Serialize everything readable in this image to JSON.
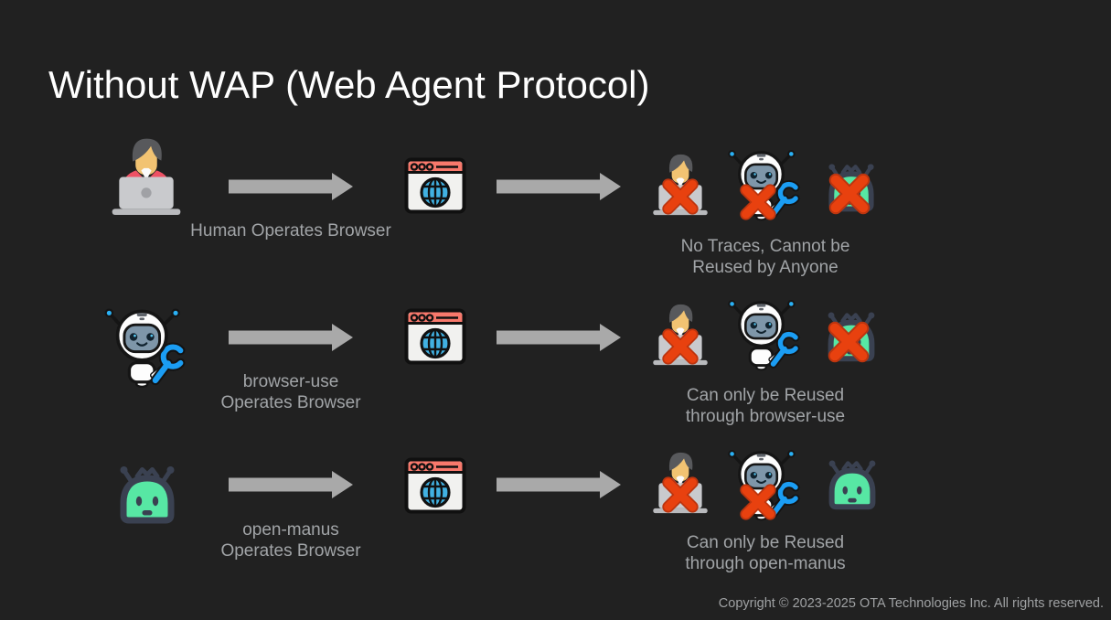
{
  "title": "Without WAP (Web Agent Protocol)",
  "colors": {
    "background": "#212121",
    "title_text": "#ffffff",
    "label_text": "#a1a4a7",
    "arrow": "#a9a9a9",
    "cross_red": "#e8410f",
    "browser_topbar": "#f8796c",
    "globe_blue": "#41b1e2",
    "manus_green": "#57e7a4",
    "wrench_blue": "#1b9df3",
    "shirt_red": "#ee5164"
  },
  "icons": {
    "human": "human-at-laptop-icon",
    "robot": "browser-use-robot-wrench-icon",
    "manus": "open-manus-robot-icon",
    "browser": "browser-window-globe-icon",
    "cross": "red-x-mark-icon",
    "arrow": "right-arrow-icon"
  },
  "rows": [
    {
      "actor": "human",
      "actor_label": [
        "Human Operates Browser"
      ],
      "caption": [
        "No Traces, Cannot be",
        "Reused by Anyone"
      ],
      "crossed": {
        "human": true,
        "robot": true,
        "manus": true
      }
    },
    {
      "actor": "browser-use",
      "actor_label": [
        "browser-use",
        "Operates Browser"
      ],
      "caption": [
        "Can only be Reused",
        "through browser-use"
      ],
      "crossed": {
        "human": true,
        "robot": false,
        "manus": true
      }
    },
    {
      "actor": "open-manus",
      "actor_label": [
        "open-manus",
        "Operates Browser"
      ],
      "caption": [
        "Can only be Reused",
        "through open-manus"
      ],
      "crossed": {
        "human": true,
        "robot": true,
        "manus": false
      }
    }
  ],
  "footer": {
    "copyright": "Copyright © 2023-2025 OTA Technologies Inc. All rights reserved."
  }
}
